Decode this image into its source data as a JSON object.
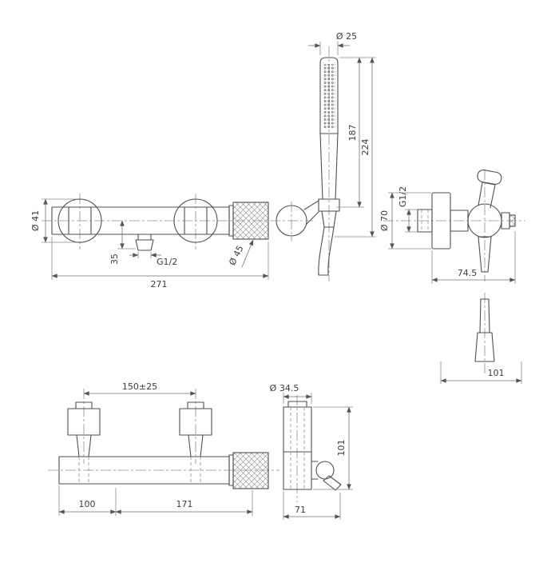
{
  "page": {
    "background": "#ffffff",
    "line_color": "#4f4f4f",
    "dimension_color": "#707070",
    "text_color": "#3c3c3c"
  },
  "views": {
    "handshower_front": {
      "label": "hand-shower-front-view",
      "dims": {
        "head_diameter": "Ø 25",
        "wand_length": "187",
        "total_length": "224"
      }
    },
    "mixer_front": {
      "label": "mixer-front-view",
      "dims": {
        "flange_diameter": "Ø 41",
        "outlet_offset": "35",
        "outlet_thread": "G1/2",
        "overall_width": "271",
        "handle_diameter": "Ø 45"
      }
    },
    "mixer_side": {
      "label": "mixer-side-view",
      "dims": {
        "flange_diameter": "Ø 70",
        "inlet_thread": "G1/2",
        "depth_to_handle": "74.5",
        "overall_depth": "101"
      }
    },
    "mixer_bottom": {
      "label": "mixer-bottom-view",
      "dims": {
        "inlet_spacing": "150±25",
        "left_section": "100",
        "right_section": "171"
      }
    },
    "mixer_bottom_side": {
      "label": "mixer-bottom-side-view",
      "dims": {
        "body_diameter": "Ø 34.5",
        "height": "101",
        "depth": "71"
      }
    }
  }
}
